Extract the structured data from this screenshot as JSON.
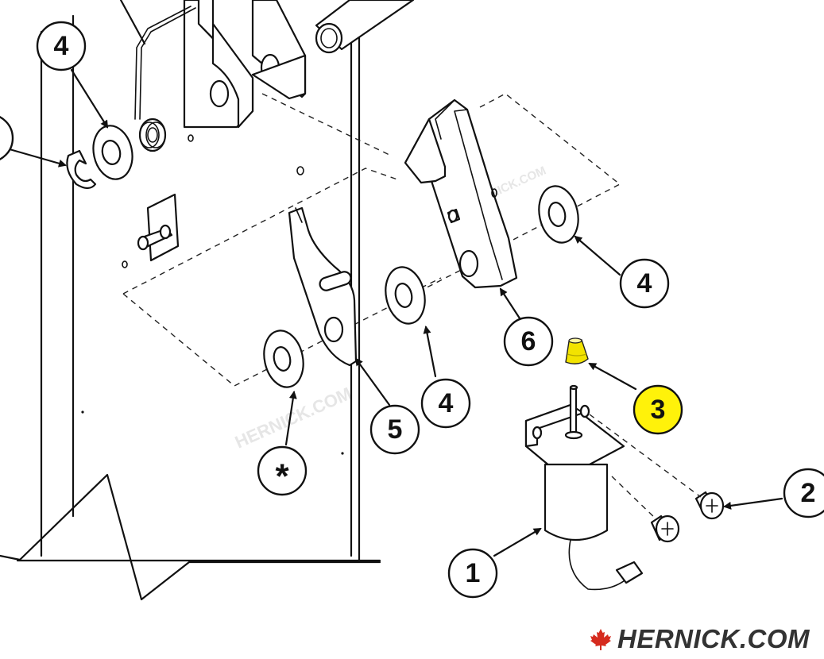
{
  "diagram": {
    "callouts": [
      {
        "id": "c4-topleft",
        "label": "4",
        "highlight": false
      },
      {
        "id": "c4-right",
        "label": "4",
        "highlight": false
      },
      {
        "id": "c4-mid",
        "label": "4",
        "highlight": false
      },
      {
        "id": "c6",
        "label": "6",
        "highlight": false
      },
      {
        "id": "c5",
        "label": "5",
        "highlight": false
      },
      {
        "id": "cstar",
        "label": "*",
        "highlight": false
      },
      {
        "id": "c3",
        "label": "3",
        "highlight": true
      },
      {
        "id": "c2",
        "label": "2",
        "highlight": false
      },
      {
        "id": "c1",
        "label": "1",
        "highlight": false
      }
    ],
    "highlight_color": "#fff20a",
    "highlight_part_color": "#f2e300"
  },
  "watermarks": [
    "HERNICK.COM",
    "HERNICK.COM"
  ],
  "brand": {
    "text": "HERNICK.COM",
    "icon": "maple-leaf-icon",
    "icon_color": "#d52b1e"
  }
}
